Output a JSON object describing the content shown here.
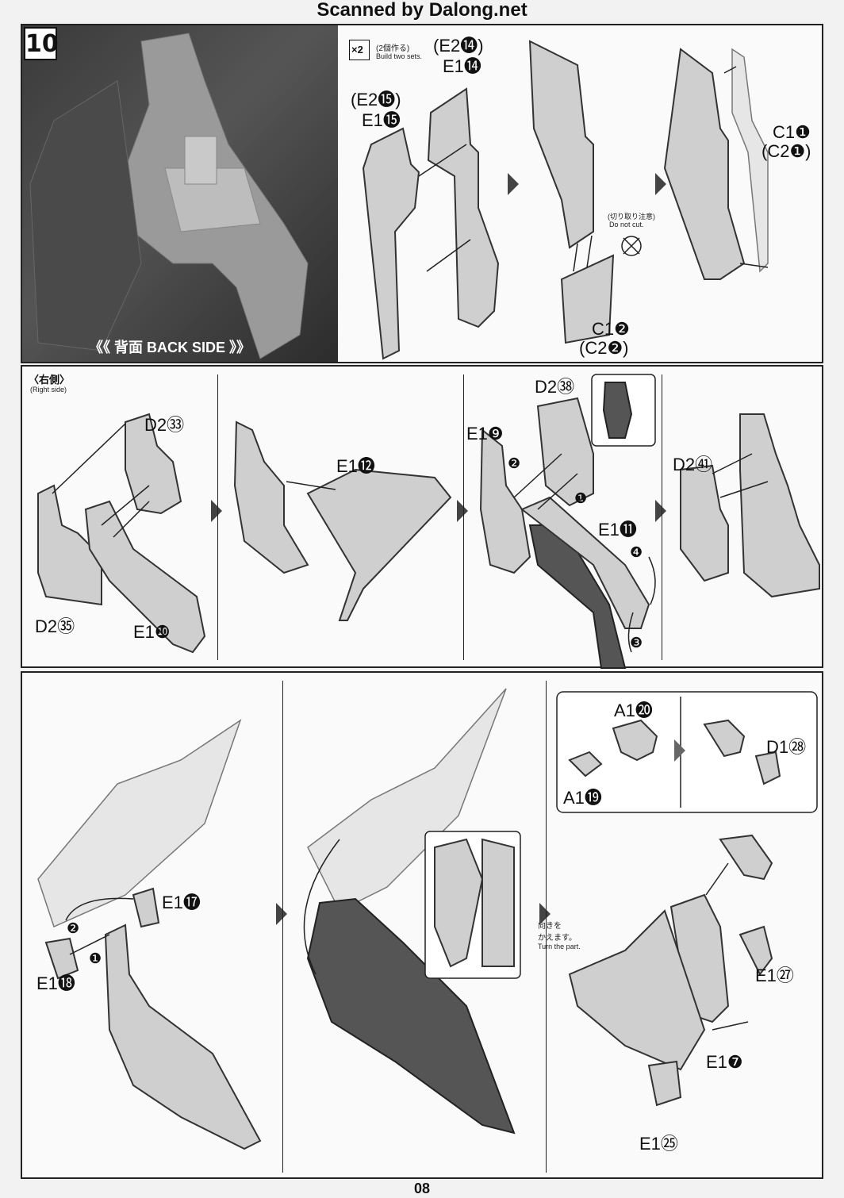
{
  "header": {
    "watermark": "Scanned by Dalong.net"
  },
  "step": {
    "number": "10"
  },
  "photo": {
    "caption": "《《 背面 BACK SIDE 》》"
  },
  "panel_top": {
    "x2_badge": "×2",
    "build_jp": "(2個作る)",
    "build_en": "Build two sets.",
    "label_e2_14": "(E2⓮)",
    "label_e1_14": "E1⓮",
    "label_e2_15": "(E2⓯)",
    "label_e1_15": "E1⓯",
    "label_c1_2": "C1❷",
    "label_c2_2": "(C2❷)",
    "cut_jp": "(切り取り注意)",
    "cut_en": "Do not cut.",
    "label_c1_1": "C1❶",
    "label_c2_1": "(C2❶)"
  },
  "panel_mid": {
    "side_jp": "〈右側〉",
    "side_en": "(Right side)",
    "label_d2_33": "D2㉝",
    "label_d2_35": "D2㉟",
    "label_e1_10": "E1❿",
    "label_e1_12": "E1⓬",
    "label_d2_38": "D2㊳",
    "label_e1_9": "E1❾",
    "label_e1_11": "E1⓫",
    "label_d2_41": "D2㊶",
    "num_1": "❶",
    "num_2": "❷",
    "num_3": "❸",
    "num_4": "❹"
  },
  "panel_bot": {
    "label_e1_17": "E1⓱",
    "label_e1_18": "E1⓲",
    "num_1": "❶",
    "num_2": "❷",
    "turn_jp": "向きを\nかえます。",
    "turn_en": "Turn the part.",
    "label_a1_20": "A1⓴",
    "label_a1_19": "A1⓳",
    "label_d1_28": "D1㉘",
    "label_e1_27": "E1㉗",
    "label_e1_7": "E1❼",
    "label_e1_25": "E1㉕"
  },
  "footer": {
    "page": "08"
  }
}
